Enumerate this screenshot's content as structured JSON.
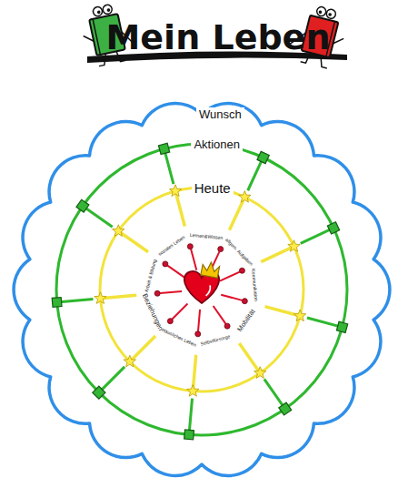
{
  "diagram": {
    "title": "Mein Leben",
    "labels": [
      "Wunsch",
      "Aktionen",
      "Heute",
      "Lernen&Wissen",
      "allgem. Aufgaben",
      "Kommunikation",
      "Mobilität",
      "Selbstfürsorge",
      "Häusliches Leben",
      "Beziehungen",
      "Arbeit & Bildung",
      "soziales Leben"
    ]
  }
}
